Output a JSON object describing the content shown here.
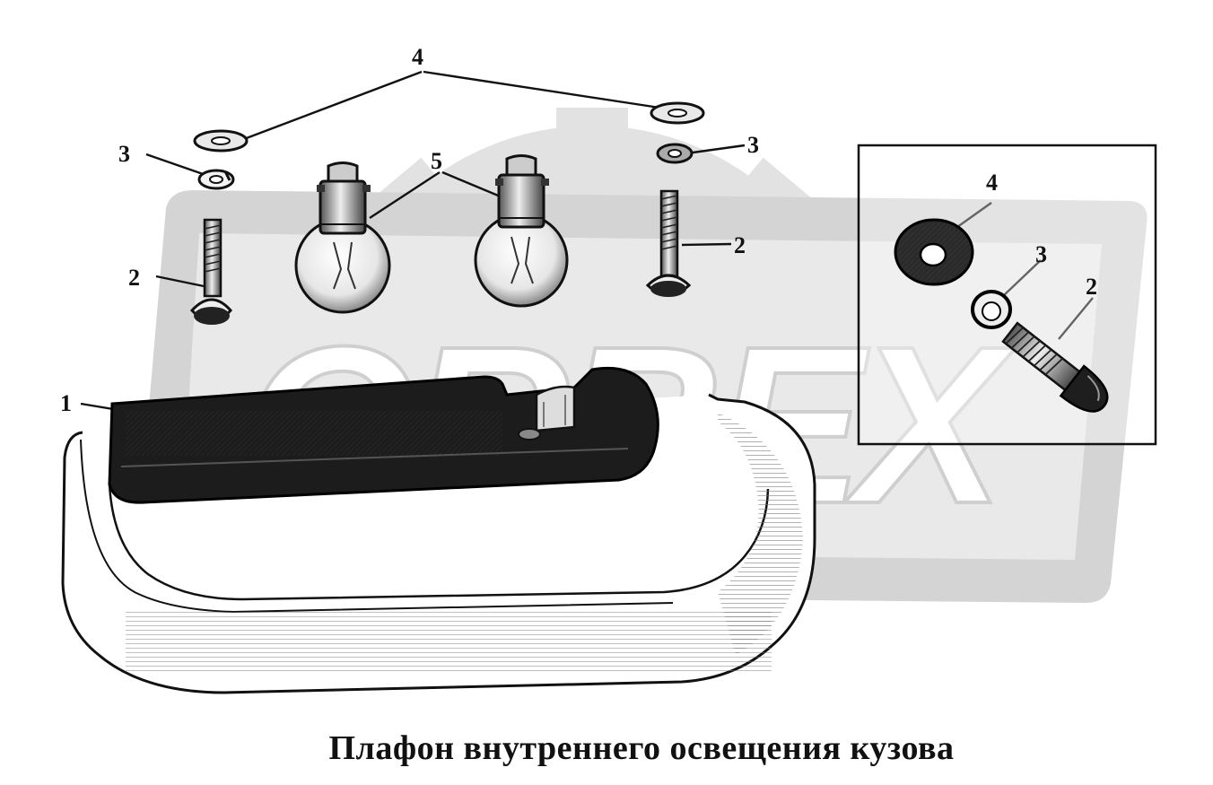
{
  "watermark": "ORBEX",
  "callouts": {
    "part_1": "1",
    "part_2_left": "2",
    "part_2_right": "2",
    "part_2_inset": "2",
    "part_3_left": "3",
    "part_3_right": "3",
    "part_3_inset": "3",
    "part_4_top": "4",
    "part_4_inset": "4",
    "part_5": "5"
  },
  "caption": "Плафон внутреннего освещения кузова",
  "colors": {
    "ink": "#111111",
    "watermark": "#d9d9d9",
    "paper": "#ffffff"
  }
}
